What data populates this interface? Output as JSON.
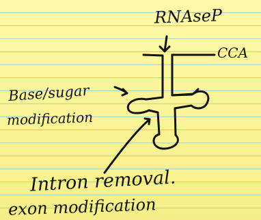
{
  "labels": {
    "rnase_p": "RNAseP",
    "cca": "CCA",
    "base_sugar_line1": "Base/sugar",
    "base_sugar_line2": "modification",
    "intron_line1": "Intron removal.",
    "intron_line2": "exon modification"
  },
  "colors": {
    "paper": "#fcf8a2",
    "rule_lines": "#78b9c3",
    "ink": "#141414"
  }
}
